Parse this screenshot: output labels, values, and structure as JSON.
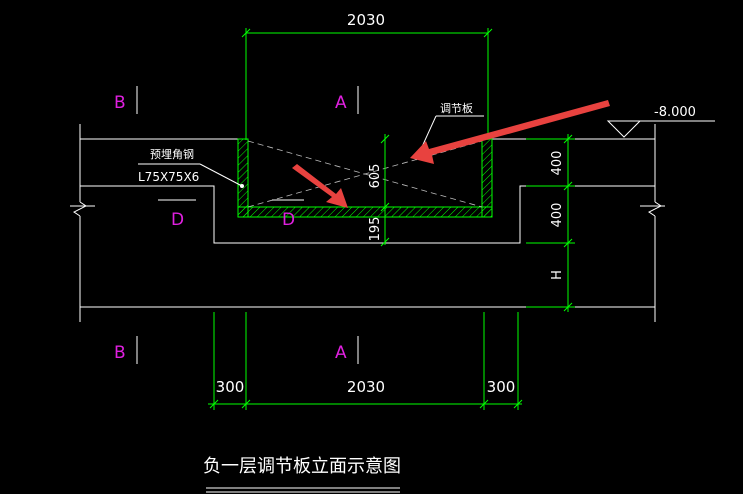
{
  "drawing": {
    "title": "负一层调节板立面示意图",
    "elevation": "-8.000",
    "dims": {
      "top_width": "2030",
      "bottom_left": "300",
      "bottom_mid": "2030",
      "bottom_right": "300",
      "inner_height": "605",
      "lower_height": "195",
      "right_upper": "400",
      "right_lower": "400",
      "right_h": "H"
    },
    "labels": {
      "angle_steel_name": "预埋角钢",
      "angle_steel_spec": "L75X75X6",
      "plate": "调节板"
    },
    "sections": {
      "b_top": "B",
      "a_top": "A",
      "d_left": "D",
      "d_mid": "D",
      "b_bottom": "B",
      "a_bottom": "A"
    },
    "colors": {
      "background": "#000000",
      "structure": "#ffffff",
      "dimension": "#00ff00",
      "section_marker": "#e020e0",
      "annotation_arrow": "#e8423f"
    }
  }
}
